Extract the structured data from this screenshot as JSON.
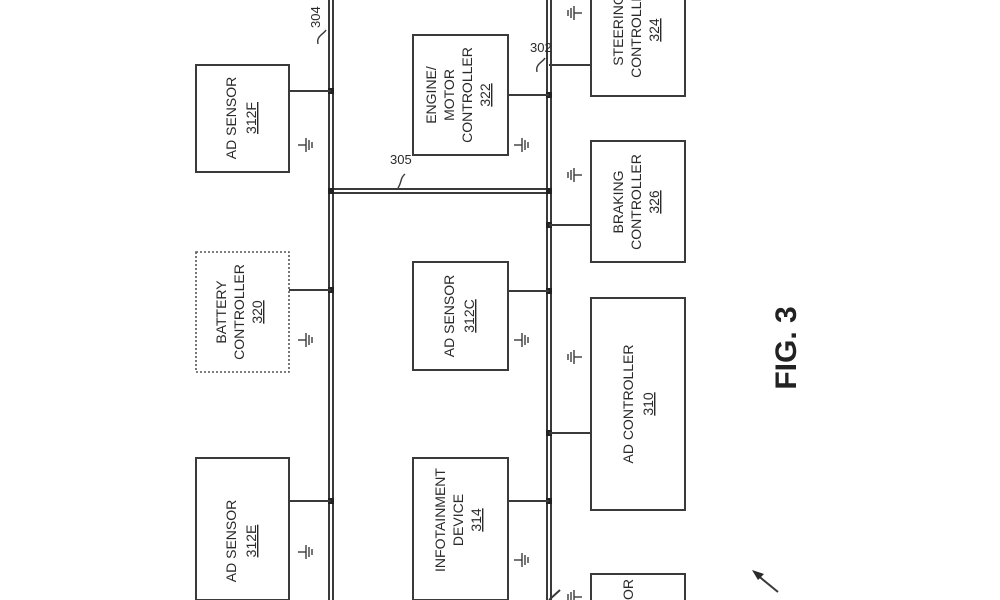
{
  "figure_label": "FIG. 3",
  "refs": {
    "bus_304": "304",
    "bus_302": "302",
    "bus_305": "305"
  },
  "blocks": {
    "ad_sensor_312f": {
      "line1": "AD SENSOR",
      "num": "312F"
    },
    "battery_controller": {
      "line1": "BATTERY",
      "line2": "CONTROLLER",
      "num": "320"
    },
    "ad_sensor_312e": {
      "line1": "AD SENSOR",
      "num": "312E"
    },
    "engine_motor_controller": {
      "line1": "ENGINE/",
      "line2": "MOTOR",
      "line3": "CONTROLLER",
      "num": "322"
    },
    "ad_sensor_312c": {
      "line1": "AD SENSOR",
      "num": "312C"
    },
    "infotainment_device": {
      "line1": "INFOTAINMENT",
      "line2": "DEVICE",
      "num": "314"
    },
    "steering_controller": {
      "line1": "STEERING",
      "line2": "CONTROLLER",
      "num": "324"
    },
    "braking_controller": {
      "line1": "BRAKING",
      "line2": "CONTROLLER",
      "num": "326"
    },
    "ad_controller": {
      "line1": "AD CONTROLLER",
      "num": "310"
    },
    "partial_block": {
      "line1": "OR"
    }
  }
}
